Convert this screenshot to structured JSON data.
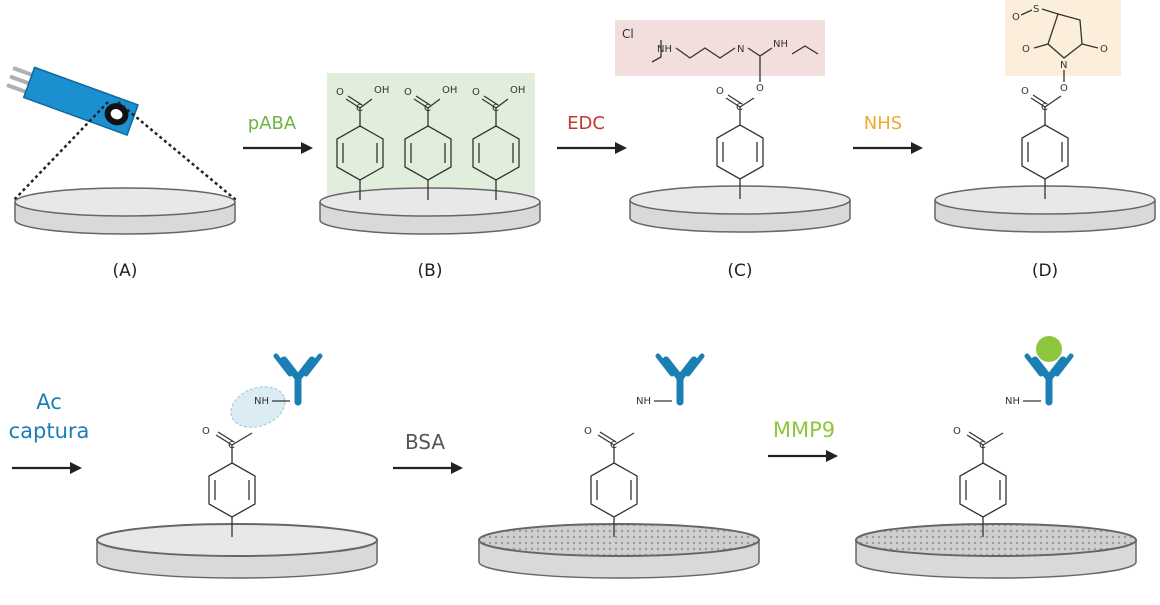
{
  "colors": {
    "green": "#6db33f",
    "red": "#c0392b",
    "orange": "#f0a830",
    "blue": "#1b7fb5",
    "gray": "#555555",
    "lime": "#8ec63f"
  },
  "panels": [
    {
      "id": "A",
      "label": "(A)"
    },
    {
      "id": "B",
      "label": "(B)"
    },
    {
      "id": "C",
      "label": "(C)"
    },
    {
      "id": "D",
      "label": "(D)"
    }
  ],
  "reagents": {
    "paba": "pABA",
    "edc": "EDC",
    "nhs": "NHS",
    "ac_line1": "Ac",
    "ac_line2": "captura",
    "bsa": "BSA",
    "mmp9": "MMP9"
  },
  "chem": {
    "oh": "OH",
    "o": "O",
    "c": "C",
    "nh": "NH",
    "n": "N",
    "s": "S",
    "cl": "Cl"
  },
  "icons": {
    "electrode": "screen-printed-electrode-icon",
    "antibody": "antibody-icon",
    "antigen": "antigen-sphere-icon"
  }
}
